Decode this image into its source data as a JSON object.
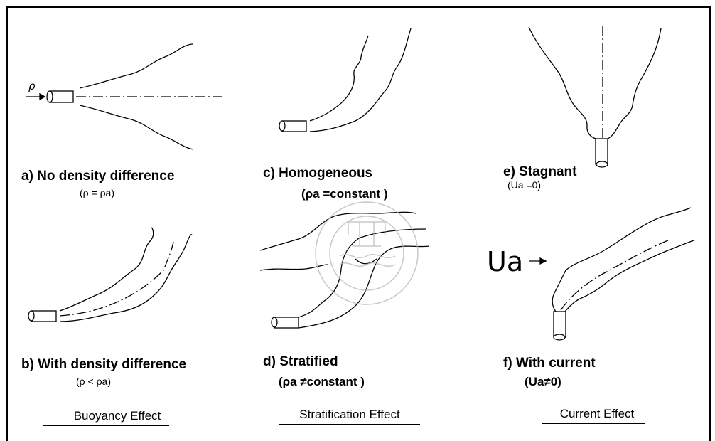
{
  "panels": {
    "a": {
      "caption": "a) No density difference",
      "condition": "(ρ = ρa)"
    },
    "b": {
      "caption": "b) With density difference",
      "condition": "(ρ < ρa)"
    },
    "c": {
      "caption": "c) Homogeneous",
      "condition": "(ρa  =constant )"
    },
    "d": {
      "caption": "d) Stratified",
      "condition": "(ρa  ≠constant )"
    },
    "e": {
      "caption": "e) Stagnant",
      "condition": "(Ua  =0)"
    },
    "f": {
      "caption": "f) With current",
      "condition": "(Ua≠0)"
    }
  },
  "effects": {
    "buoyancy": "Buoyancy Effect",
    "stratification": "Stratification Effect",
    "current": "Current Effect"
  },
  "symbols": {
    "jet_density": "ρ",
    "current_velocity": "Ua"
  }
}
